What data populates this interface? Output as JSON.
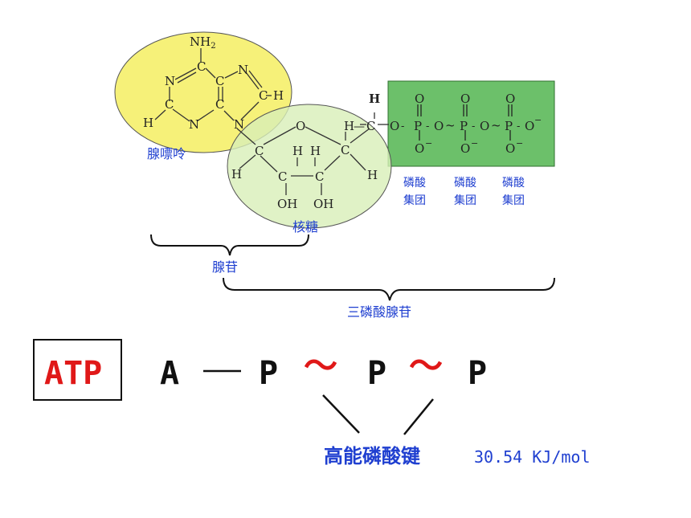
{
  "molecule": {
    "amine_group": "NH2",
    "atoms": {
      "N": "N",
      "C": "C",
      "H": "H",
      "O": "O",
      "P": "P",
      "OH": "OH",
      "O_minus": "O",
      "minus_sign": "−",
      "tilde": "~"
    }
  },
  "labels": {
    "adenine": "腺嘌呤",
    "ribose": "核糖",
    "phosphate_group": [
      "磷酸",
      "集团"
    ],
    "adenosine": "腺苷",
    "atp_full": "三磷酸腺苷",
    "high_energy_bond": "高能磷酸键",
    "energy_value": "30.54 KJ/mol"
  },
  "formula": {
    "boxed_label": "ATP",
    "a": "A",
    "single_bond": "—",
    "p": "P",
    "high_energy_link": "～"
  },
  "colors": {
    "adenine_fill": "#f5ef6a",
    "ribose_fill": "#d8efb8",
    "phosphate_fill": "#6cc06a",
    "label_blue": "#1f3fd0",
    "tilde_red": "#e01818",
    "atp_red": "#e01818"
  }
}
